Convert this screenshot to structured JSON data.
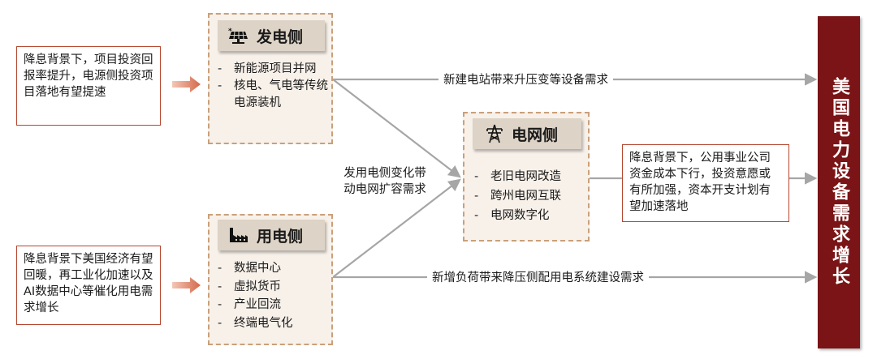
{
  "left_notes": {
    "top": "降息背景下，项目投资回报率提升，电源侧投资项目落地有望提速",
    "bottom": "降息背景下美国经济有望回暖，再工业化加速以及AI数据中心等催化用电需求增长"
  },
  "supply_side": {
    "title": "发电侧",
    "icon": "solar-panel-icon",
    "items": [
      "新能源项目并网",
      "核电、气电等传统电源装机"
    ]
  },
  "demand_side": {
    "title": "用电侧",
    "icon": "factory-icon",
    "items": [
      "数据中心",
      "虚拟货币",
      "产业回流",
      "终端电气化"
    ]
  },
  "grid_side": {
    "title": "电网侧",
    "icon": "transmission-tower-icon",
    "items": [
      "老旧电网改造",
      "跨州电网互联",
      "电网数字化"
    ]
  },
  "edge_labels": {
    "supply_to_result": "新建电站带来升压变等设备需求",
    "middle": "发用电侧变化带动电网扩容需求",
    "demand_to_result": "新增负荷带来降压侧配用电系统建设需求"
  },
  "grid_note": "降息背景下，公用事业公司资金成本下行，投资意愿或有所加强，资本开支计划有望加速落地",
  "result": "美国电力设备需求增长",
  "colors": {
    "accent": "#7a1416",
    "note_border": "#b5472f",
    "arrow": "#a6a6a6",
    "dash_border": "#c9a07b"
  }
}
